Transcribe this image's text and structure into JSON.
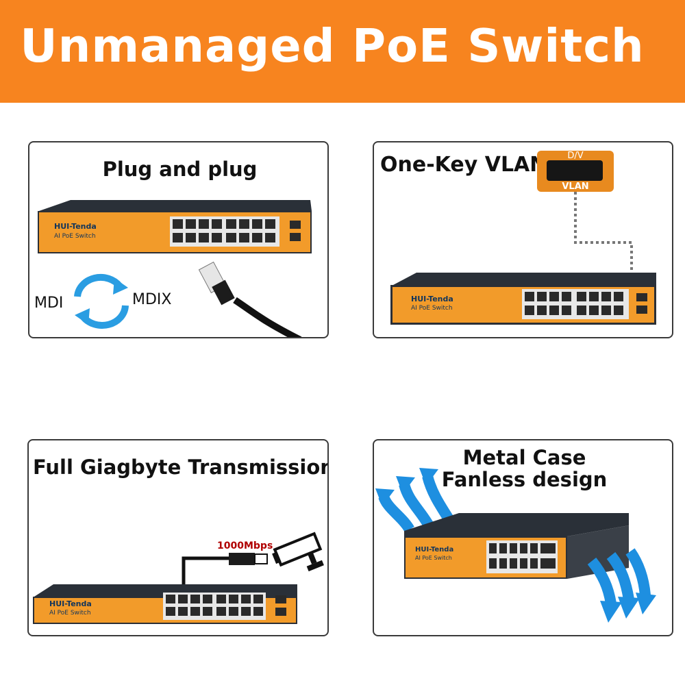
{
  "banner": {
    "title": "Unmanaged PoE Switch",
    "color": "#f7841f"
  },
  "switch": {
    "brand": "HUI-Tenda",
    "model": "AI PoE Switch"
  },
  "panels": {
    "plug": {
      "title": "Plug and plug",
      "mdi": "MDI",
      "mdix": "MDIX"
    },
    "vlan": {
      "title": "One-Key VLAN",
      "switch_top": "D/V",
      "switch_bottom": "VLAN"
    },
    "gigabit": {
      "title": "Full Giagbyte Transmission",
      "speed": "1000Mbps"
    },
    "metal": {
      "title_line1": "Metal Case",
      "title_line2": "Fanless design"
    }
  },
  "colors": {
    "orange": "#f7841f",
    "arrow_blue": "#1e8fe0",
    "speed_red": "#b00000"
  }
}
